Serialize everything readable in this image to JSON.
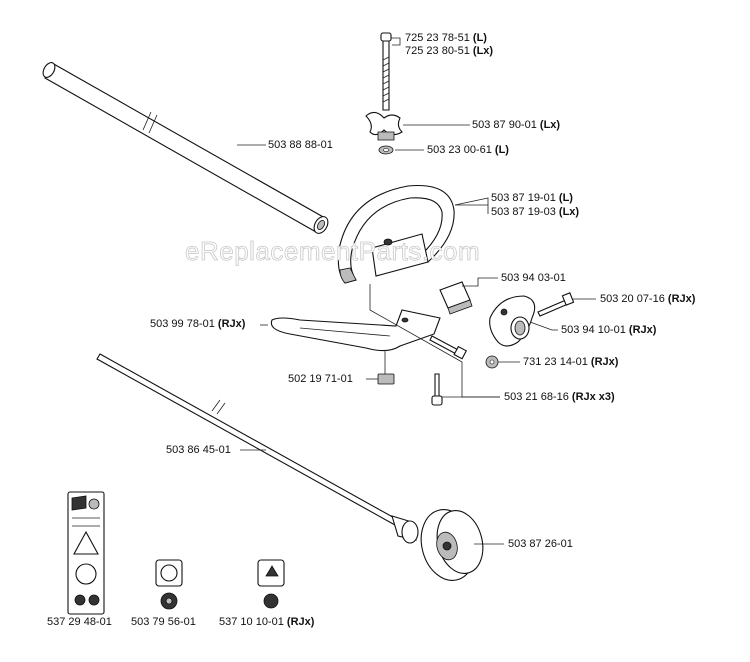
{
  "watermark": "eReplacementParts.com",
  "parts": [
    {
      "id": "bolt",
      "number": "725 23 78-51",
      "suffix": "(L)"
    },
    {
      "id": "bolt-lx",
      "number": "725 23 80-51",
      "suffix": "(Lx)"
    },
    {
      "id": "knob",
      "number": "503 87 90-01",
      "suffix": "(Lx)"
    },
    {
      "id": "washer",
      "number": "503 23 00-61",
      "suffix": "(L)"
    },
    {
      "id": "tube",
      "number": "503 88 88-01",
      "suffix": ""
    },
    {
      "id": "handle",
      "number": "503 87 19-01",
      "suffix": "(L)"
    },
    {
      "id": "handle-lx",
      "number": "503 87 19-03",
      "suffix": "(Lx)"
    },
    {
      "id": "clamp-block",
      "number": "503 94 03-01",
      "suffix": ""
    },
    {
      "id": "screw-top",
      "number": "503 20 07-16",
      "suffix": "(RJx)"
    },
    {
      "id": "guard-bracket",
      "number": "503 99 78-01",
      "suffix": "(RJx)"
    },
    {
      "id": "cover",
      "number": "503 94 10-01",
      "suffix": "(RJx)"
    },
    {
      "id": "nut",
      "number": "731 23 14-01",
      "suffix": "(RJx)"
    },
    {
      "id": "pad",
      "number": "502 19 71-01",
      "suffix": ""
    },
    {
      "id": "screws",
      "number": "503 21 68-16",
      "suffix": "(RJx x3)"
    },
    {
      "id": "drive-shaft",
      "number": "503 86 45-01",
      "suffix": ""
    },
    {
      "id": "drum",
      "number": "503 87 26-01",
      "suffix": ""
    },
    {
      "id": "decal-a",
      "number": "537 29 48-01",
      "suffix": ""
    },
    {
      "id": "decal-b",
      "number": "503 79 56-01",
      "suffix": ""
    },
    {
      "id": "decal-c",
      "number": "537 10 10-01",
      "suffix": "(RJx)"
    }
  ]
}
